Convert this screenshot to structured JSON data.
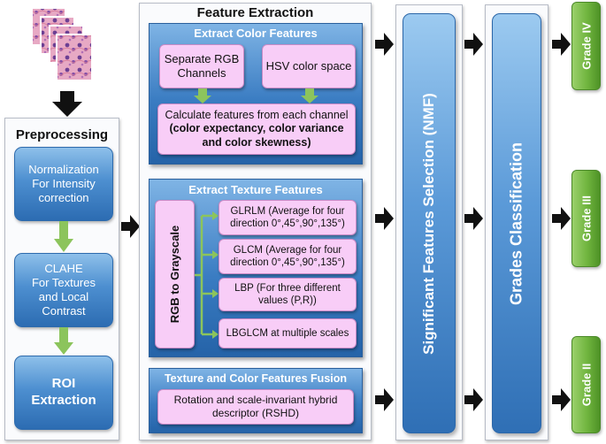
{
  "preprocessing": {
    "title": "Preprocessing",
    "steps": [
      {
        "lines": [
          "Normalization",
          "For Intensity",
          "correction"
        ]
      },
      {
        "lines": [
          "CLAHE",
          "For Textures",
          "and Local",
          "Contrast"
        ]
      },
      {
        "lines": [
          "ROI",
          "Extraction"
        ]
      }
    ]
  },
  "feature_extraction": {
    "title": "Feature Extraction",
    "color": {
      "title": "Extract  Color Features",
      "rgb": [
        "Separate RGB",
        "Channels"
      ],
      "hsv": "HSV color space",
      "calc_line1": "Calculate features  from each channel",
      "calc_bold": [
        "(color expectancy, color variance",
        "and color skewness)"
      ]
    },
    "texture": {
      "title": "Extract  Texture Features",
      "grayscale": "RGB to Grayscale",
      "items": [
        {
          "lines": [
            "GLRLM (Average for four",
            "direction 0°,45°,90°,135°)"
          ]
        },
        {
          "lines": [
            "GLCM (Average for four",
            "direction 0°,45°,90°,135°)"
          ]
        },
        {
          "lines": [
            "LBP (For three different",
            "values (P,R))"
          ]
        },
        {
          "lines": [
            "LBGLCM at multiple scales"
          ]
        }
      ]
    },
    "fusion": {
      "title": "Texture and Color Features Fusion",
      "box": [
        "Rotation and scale-invariant hybrid",
        "descriptor (RSHD)"
      ]
    }
  },
  "selection": {
    "label": "Significant Features Selection (NMF)"
  },
  "classification": {
    "label": "Grades Classification"
  },
  "grades": [
    "Grade IV",
    "Grade III",
    "Grade II"
  ],
  "colors": {
    "blue": "#3a7cc2",
    "pink": "#f8cdf7",
    "green": "#6fb43e",
    "arrow": "#111111"
  }
}
